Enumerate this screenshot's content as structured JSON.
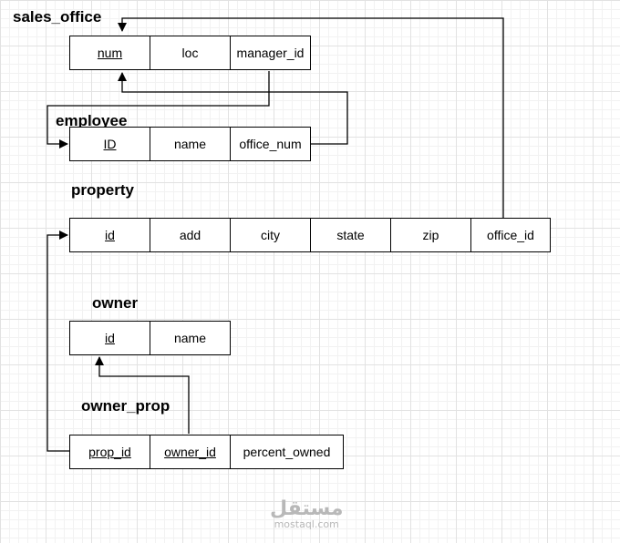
{
  "entities": {
    "sales_office": {
      "title": "sales_office",
      "cols": [
        "num",
        "loc",
        "manager_id"
      ]
    },
    "employee": {
      "title": "employee",
      "cols": [
        "ID",
        "name",
        "office_num"
      ]
    },
    "property": {
      "title": "property",
      "cols": [
        "id",
        "add",
        "city",
        "state",
        "zip",
        "office_id"
      ]
    },
    "owner": {
      "title": "owner",
      "cols": [
        "id",
        "name"
      ]
    },
    "owner_prop": {
      "title": "owner_prop",
      "cols": [
        "prop_id",
        "owner_id",
        "percent_owned"
      ]
    }
  },
  "watermark": {
    "logo": "مستقل",
    "text": "mostaql.com"
  },
  "colors": {
    "line": "#000000",
    "grid": "#e2e2e2",
    "watermark": "#b8b8b8"
  }
}
